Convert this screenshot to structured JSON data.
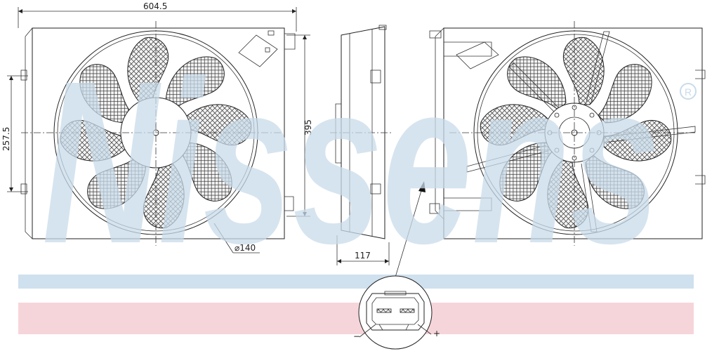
{
  "brand": {
    "watermark": "Nissens",
    "registered": "®"
  },
  "colors": {
    "watermark": "#c9dbea",
    "band_blue": "#cfe0ee",
    "band_pink": "#f6d5da",
    "line": "#222222"
  },
  "dimensions": {
    "width": "604.5",
    "height": "395",
    "mount_height": "257.5",
    "depth": "117",
    "motor_diameter": "⌀140"
  },
  "connector": {
    "minus": "−",
    "plus": "+"
  },
  "views": [
    "front-view",
    "side-view",
    "rear-view",
    "connector-detail"
  ]
}
